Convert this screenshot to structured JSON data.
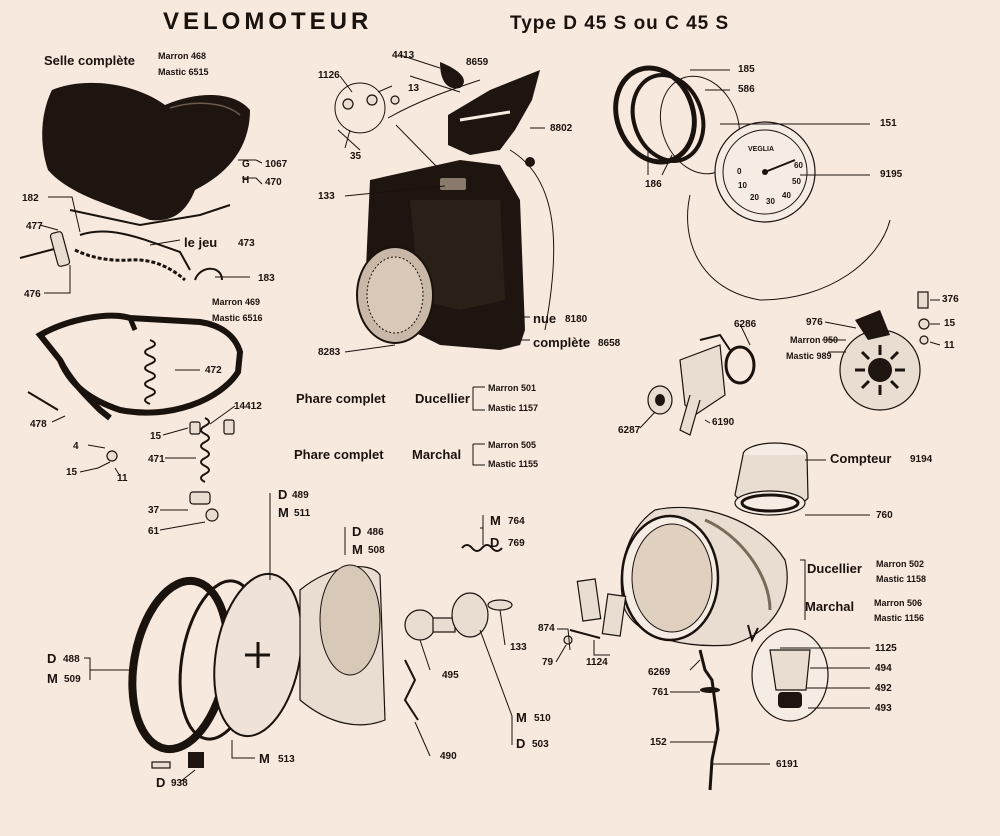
{
  "colors": {
    "paper": "#f8e9df",
    "ink": "#1a120c"
  },
  "title": {
    "main": "VELOMOTEUR",
    "type": "Type D 45 S ou C 45 S"
  },
  "saddle": {
    "heading": "Selle complète",
    "marron": "Marron 468",
    "mastic": "Mastic 6515",
    "g_letter": "G",
    "g_num": "1067",
    "h_letter": "H",
    "h_num": "470",
    "p182": "182",
    "p477": "477",
    "p476": "476",
    "le_jeu": "le jeu",
    "p473": "473",
    "p183": "183"
  },
  "spring_frame": {
    "marron": "Marron 469",
    "mastic": "Mastic 6516",
    "p472": "472",
    "p478": "478",
    "p14412": "14412",
    "p15": "15",
    "p471": "471",
    "p4": "4",
    "p15b": "15",
    "p11": "11",
    "p37": "37",
    "p61": "61"
  },
  "tank": {
    "p4413": "4413",
    "p8659": "8659",
    "p1126": "1126",
    "p13": "13",
    "p35": "35",
    "p8802": "8802",
    "p133": "133",
    "p8283": "8283",
    "nue": "nue",
    "nue_num": "8180",
    "complete": "complète",
    "complete_num": "8658"
  },
  "phares": {
    "l1_a": "Phare complet",
    "l1_b": "Ducellier",
    "l1_marron": "Marron 501",
    "l1_mastic": "Mastic 1157",
    "l2_a": "Phare complet",
    "l2_b": "Marchal",
    "l2_marron": "Marron 505",
    "l2_mastic": "Mastic 1155"
  },
  "speedo_top": {
    "p185": "185",
    "p586": "586",
    "p151": "151",
    "p9195": "9195",
    "p186": "186",
    "dial_brand": "VEGLIA",
    "dial_numbers": [
      "0",
      "10",
      "20",
      "30",
      "40",
      "50",
      "60"
    ]
  },
  "horn": {
    "p376": "376",
    "p15": "15",
    "p11": "11",
    "p976": "976",
    "marron": "Marron 950",
    "mastic": "Mastic 989"
  },
  "switch_group": {
    "p6286": "6286",
    "p6287": "6287",
    "p6190": "6190"
  },
  "compteur": {
    "label": "Compteur",
    "num": "9194",
    "p760": "760"
  },
  "headlamp_right": {
    "ducellier": "Ducellier",
    "duc_marron": "Marron 502",
    "duc_mastic": "Mastic 1158",
    "marchal": "Marchal",
    "mar_marron": "Marron 506",
    "mar_mastic": "Mastic 1156",
    "p1125": "1125",
    "p494": "494",
    "p492": "492",
    "p493": "493",
    "p6269": "6269",
    "p761": "761",
    "p152": "152",
    "p6191": "6191",
    "p874": "874",
    "p79": "79",
    "p1124": "1124"
  },
  "headlamp_left": {
    "d489_l": "D",
    "d489": "489",
    "m511_l": "M",
    "m511": "511",
    "d486_l": "D",
    "d486": "486",
    "m508_l": "M",
    "m508": "508",
    "d488_l": "D",
    "d488": "488",
    "m509_l": "M",
    "m509": "509",
    "m513_l": "M",
    "m513": "513",
    "d938_l": "D",
    "d938": "938",
    "m764_l": "M",
    "m764": "764",
    "d769_l": "D",
    "d769": "769",
    "p133": "133",
    "p495": "495",
    "p490": "490",
    "m510_l": "M",
    "m510": "510",
    "d503_l": "D",
    "d503": "503"
  }
}
